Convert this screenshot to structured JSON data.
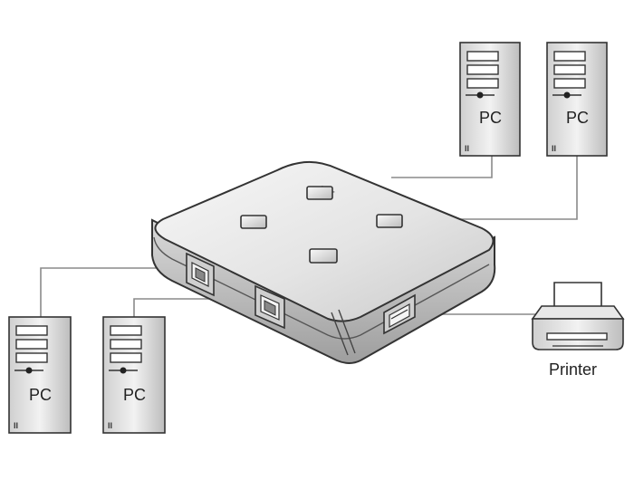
{
  "computers": [
    {
      "id": "pc-top-left",
      "label": "PC",
      "mark": "II"
    },
    {
      "id": "pc-top-right",
      "label": "PC",
      "mark": "II"
    },
    {
      "id": "pc-bottom-left",
      "label": "PC",
      "mark": "II"
    },
    {
      "id": "pc-bottom-middle",
      "label": "PC",
      "mark": "II"
    }
  ],
  "printer": {
    "label": "Printer"
  },
  "switch": {
    "buttons": 4,
    "usb_b_ports": 2,
    "usb_a_ports": 1
  },
  "colors": {
    "line": "#8a8a8a",
    "outline": "#333333",
    "body": "#e6e6e6",
    "shade": "#b8b8b8"
  }
}
